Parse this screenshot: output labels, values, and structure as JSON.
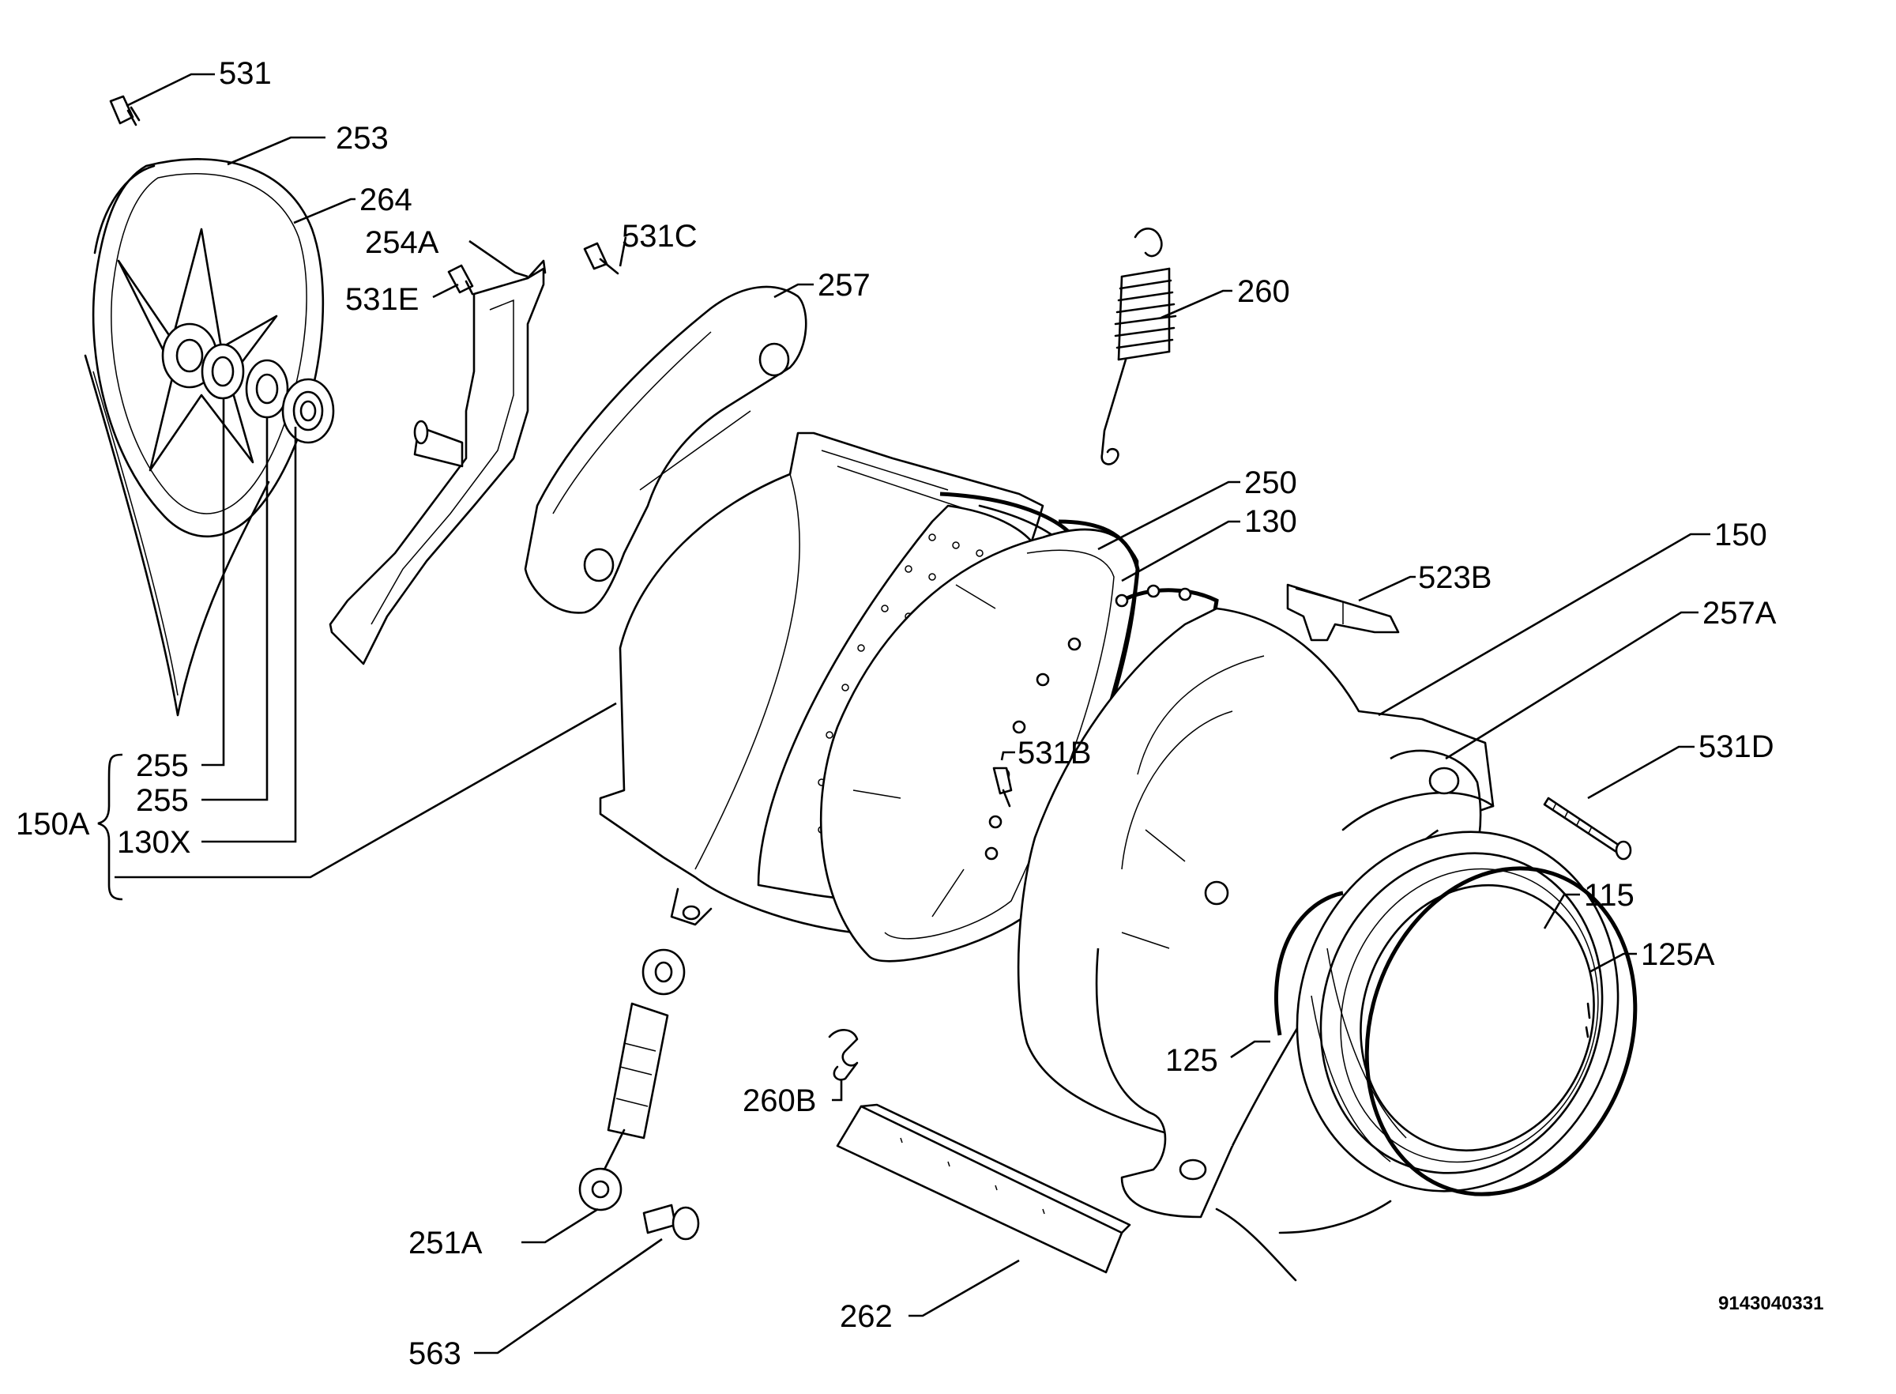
{
  "document_id": "9143040331",
  "labels": {
    "p531": "531",
    "p253": "253",
    "p264": "264",
    "p254A": "254A",
    "p531E": "531E",
    "p531C": "531C",
    "p257": "257",
    "p260": "260",
    "p250": "250",
    "p130": "130",
    "p150": "150",
    "p523B": "523B",
    "p257A": "257A",
    "p531D": "531D",
    "p531B": "531B",
    "p115": "115",
    "p125A": "125A",
    "p125": "125",
    "p255a": "255",
    "p255b": "255",
    "p130X": "130X",
    "p150A": "150A",
    "p260B": "260B",
    "p251A": "251A",
    "p563": "563",
    "p262": "262"
  }
}
